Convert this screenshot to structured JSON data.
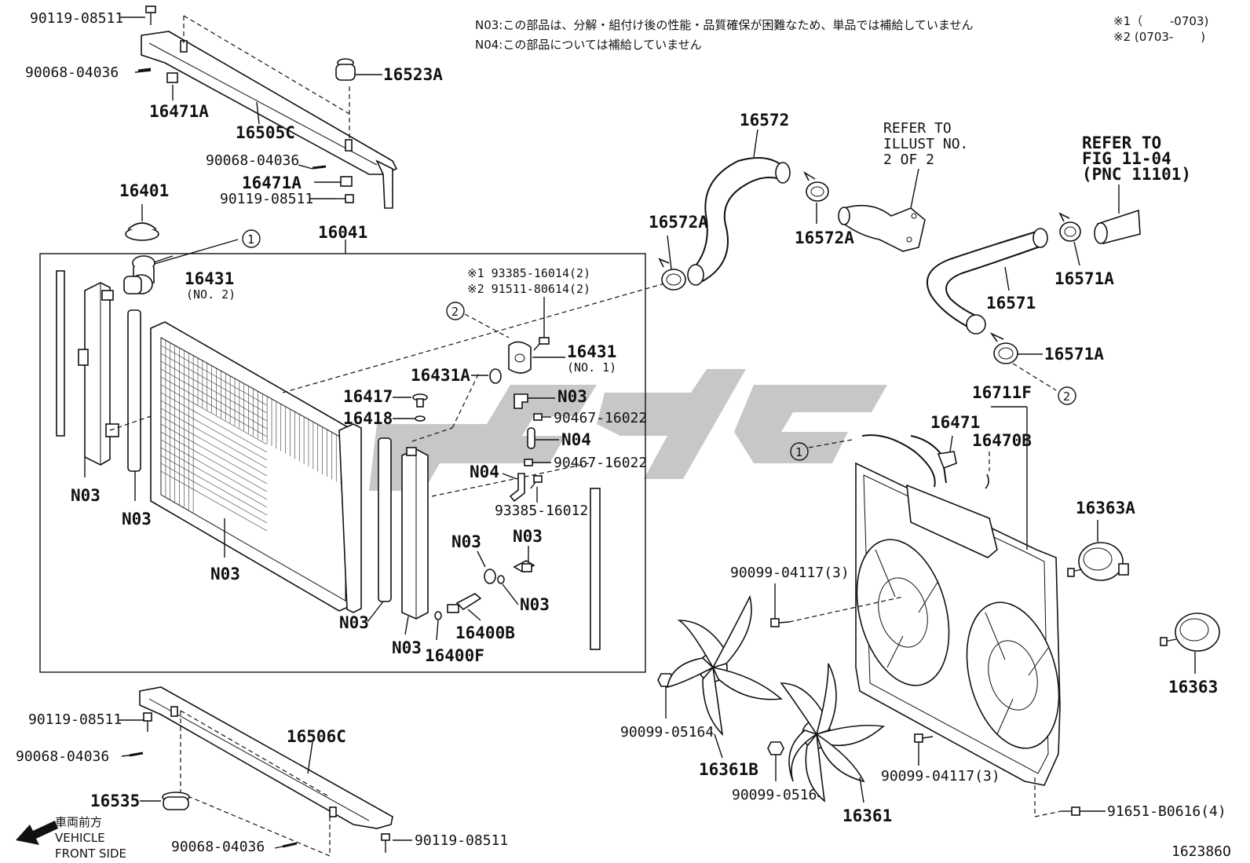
{
  "notes": {
    "n03": "N03:この部品は、分解・組付け後の性能・品質確保が困難なため、単品では補給していません",
    "n04": "N04:この部品については補給していません",
    "range1": "※1（　　 -0703)",
    "range2": "※2 (0703-　　 )"
  },
  "refer": {
    "illust": [
      "REFER TO",
      "ILLUST NO.",
      "2 OF 2"
    ],
    "fig": [
      "REFER TO",
      "FIG 11-04",
      "(PNC 11101)"
    ]
  },
  "direction": {
    "label_jp": "車両前方",
    "label_en1": "VEHICLE",
    "label_en2": "FRONT SIDE",
    "arrow_icon": "front-direction-arrow-icon"
  },
  "callouts": {
    "one": "1",
    "two": "2"
  },
  "illustration_id": "162386O",
  "parts": {
    "p90119_08511": "90119-08511",
    "p90068_04036": "90068-04036",
    "p16523A": "16523A",
    "p16471A": "16471A",
    "p16505C": "16505C",
    "p16401": "16401",
    "p16041": "16041",
    "p16431": "16431",
    "p_no2": "(NO. 2)",
    "p_no1": "(NO. 1)",
    "p16572": "16572",
    "p16572A": "16572A",
    "p16571": "16571",
    "p16571A": "16571A",
    "p93385_16014": "※1 93385-16014(2)",
    "p91511_80614": "※2 91511-80614(2)",
    "p16431A": "16431A",
    "p16417": "16417",
    "p16418": "16418",
    "pN03": "N03",
    "pN04": "N04",
    "p90467_16022": "90467-16022",
    "p93385_16012": "93385-16012",
    "p16400B": "16400B",
    "p16400F": "16400F",
    "p16711F": "16711F",
    "p16471": "16471",
    "p16470B": "16470B",
    "p16363A": "16363A",
    "p16363": "16363",
    "p90099_04117_3": "90099-04117(3)",
    "p90099_05164": "90099-05164",
    "p16361B": "16361B",
    "p16361": "16361",
    "p91651_B0616_4": "91651-B0616(4)",
    "p16506C": "16506C",
    "p16535": "16535"
  }
}
